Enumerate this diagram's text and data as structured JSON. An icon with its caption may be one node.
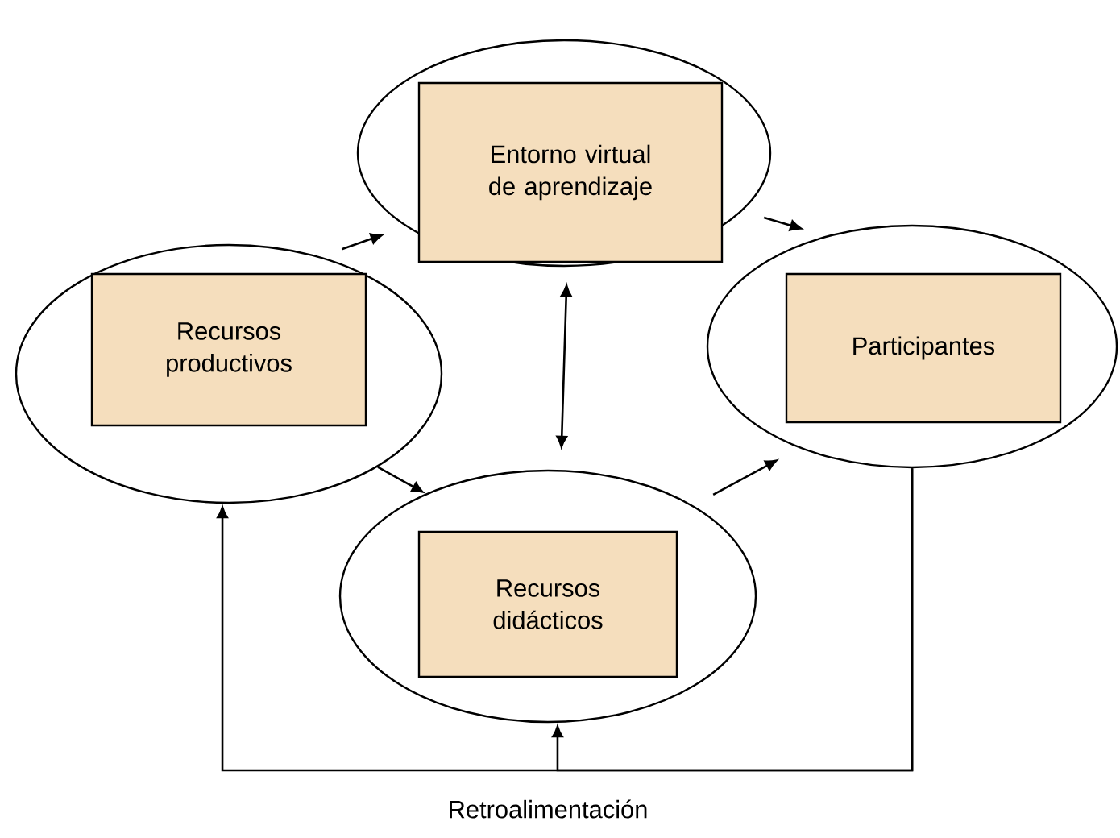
{
  "diagram": {
    "nodes": [
      {
        "text": [],
        "shape": "circle"
      },
      {
        "text": [
          "Entorno virtual de aprendizaje"
        ],
        "in": 0
      },
      {
        "text": [],
        "shape": "circle"
      },
      {
        "text": [
          "Recursos productivos"
        ],
        "in": 2
      },
      {
        "text": [],
        "shape": "circle"
      },
      {
        "text": [
          "Participantes"
        ],
        "in": 4
      },
      {
        "text": [],
        "shape": "circle"
      },
      {
        "text": [
          "Recursos didácticos"
        ],
        "in": 6
      }
    ],
    "edges": [
      {
        "from": 2,
        "to": 0,
        "arrow": "to"
      },
      {
        "from": 0,
        "to": 4,
        "arrow": "to"
      },
      {
        "from": 0,
        "to": 6,
        "arrow": "both"
      },
      {
        "from": 2,
        "to": 6,
        "arrow": "to"
      },
      {
        "from": 6,
        "to": 4,
        "arrow": "to"
      },
      {
        "from": 4,
        "to": 2,
        "arrow": "to"
      },
      {
        "from": 4,
        "to": 6,
        "arrow": "to"
      }
    ],
    "labels": [
      "Retroalimentación"
    ]
  }
}
